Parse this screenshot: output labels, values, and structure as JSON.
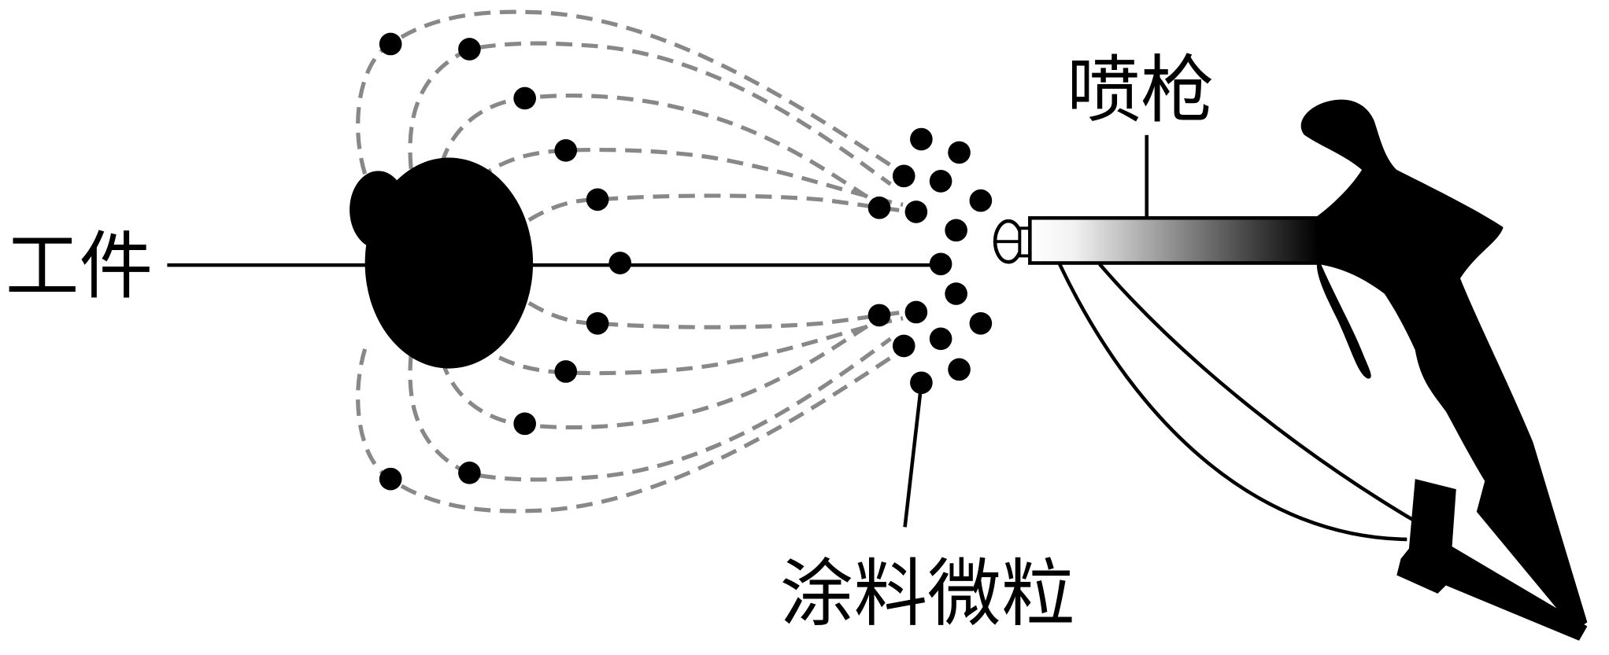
{
  "diagram": {
    "labels": {
      "workpiece": "工件",
      "spray_gun": "喷枪",
      "paint_particles": "涂料微粒"
    },
    "colors": {
      "ink": "#000000",
      "field_line": "#888888",
      "background": "#ffffff"
    }
  }
}
